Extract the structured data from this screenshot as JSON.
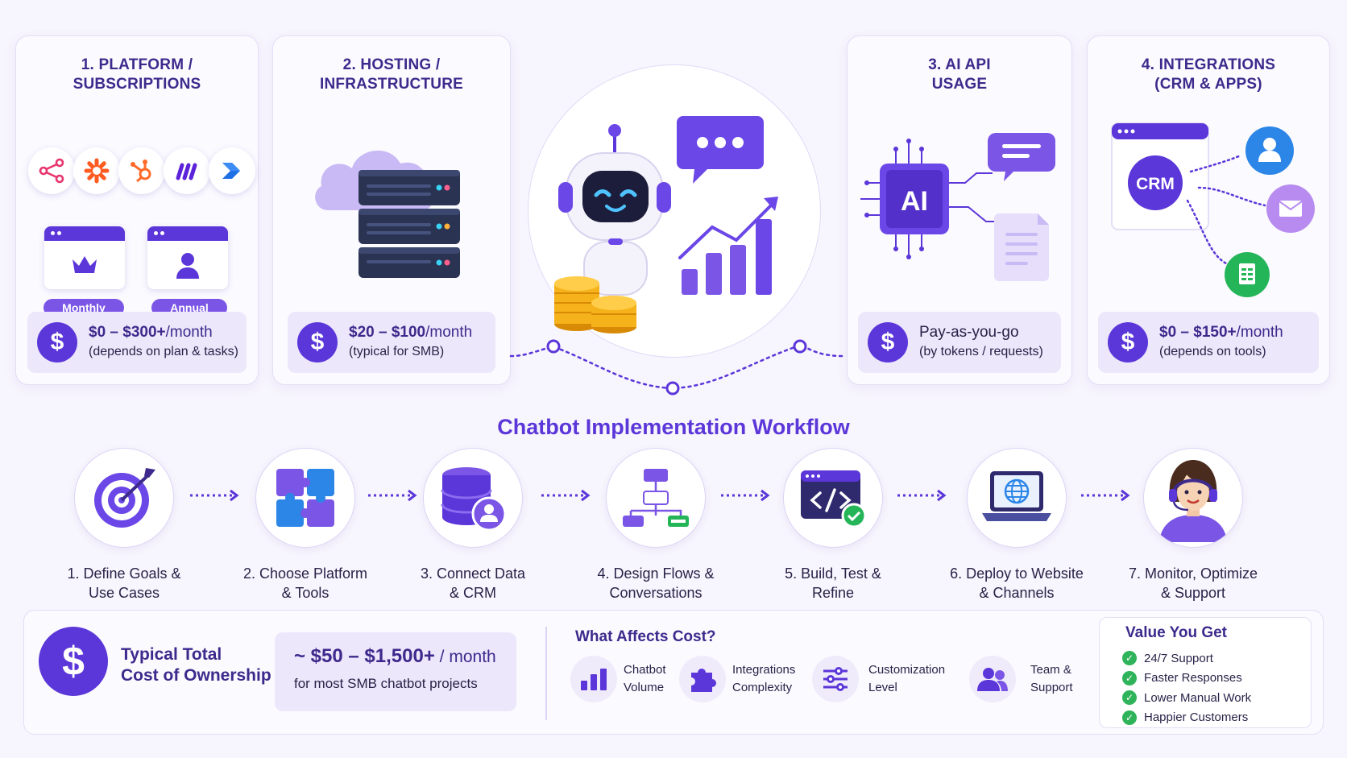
{
  "cards": [
    {
      "title": "1. PLATFORM /\nSUBSCRIPTIONS",
      "price": "$0 – $300+",
      "unit": "/month",
      "note": "(depends on plan & tasks)"
    },
    {
      "title": "2. HOSTING /\nINFRASTRUCTURE",
      "price": "$20 – $100",
      "unit": "/month",
      "note": "(typical for SMB)"
    },
    {
      "title": "3. AI API\nUSAGE",
      "price": "Pay-as-you-go",
      "unit": "",
      "note": "(by tokens / requests)"
    },
    {
      "title": "4. INTEGRATIONS\n(CRM & APPS)",
      "price": "$0 – $150+",
      "unit": "/month",
      "note": "(depends on tools)"
    }
  ],
  "platform": {
    "monthly": "Monthly",
    "annual": "Annual"
  },
  "ai_chip": "AI",
  "crm_label": "CRM",
  "currency_symbol": "$",
  "workflow": {
    "title": "Chatbot Implementation Workflow",
    "steps": [
      {
        "label": "1. Define Goals &\nUse Cases",
        "icon": "target-icon"
      },
      {
        "label": "2. Choose Platform\n& Tools",
        "icon": "puzzle-icon"
      },
      {
        "label": "3. Connect Data\n& CRM",
        "icon": "database-icon"
      },
      {
        "label": "4. Design Flows &\nConversations",
        "icon": "flowchart-icon"
      },
      {
        "label": "5. Build, Test &\nRefine",
        "icon": "code-window-icon"
      },
      {
        "label": "6. Deploy to Website\n& Channels",
        "icon": "laptop-globe-icon"
      },
      {
        "label": "7. Monitor, Optimize\n& Support",
        "icon": "support-agent-icon"
      }
    ]
  },
  "summary": {
    "tco_label": "Typical Total\nCost of Ownership",
    "tco_value": "~ $50 – $1,500+",
    "tco_unit": " / month",
    "tco_note": "for most SMB chatbot projects",
    "affects_title": "What Affects Cost?",
    "factors": [
      {
        "label": "Chatbot\nVolume",
        "icon": "bar-chart-icon"
      },
      {
        "label": "Integrations\nComplexity",
        "icon": "puzzle-piece-icon"
      },
      {
        "label": "Customization\nLevel",
        "icon": "sliders-icon"
      },
      {
        "label": "Team &\nSupport",
        "icon": "team-icon"
      }
    ],
    "value_title": "Value You Get",
    "values": [
      "24/7 Support",
      "Faster Responses",
      "Lower Manual Work",
      "Happier Customers"
    ]
  },
  "colors": {
    "accent": "#5b36d9",
    "accent_light": "#ece7fb",
    "success": "#2fb35a",
    "coin": "#f5b21a"
  }
}
